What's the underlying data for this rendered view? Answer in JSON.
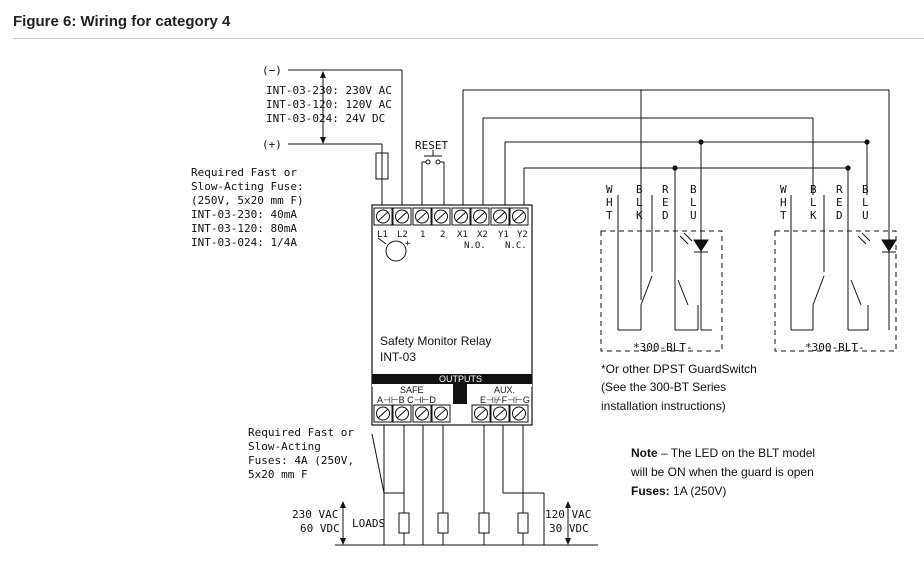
{
  "figure": {
    "title": "Figure 6: Wiring for category 4",
    "supply": {
      "minus": "(−)",
      "plus": "(+)",
      "lines": [
        "INT-03-230: 230V AC",
        "INT-03-120: 120V AC",
        "INT-03-024: 24V DC"
      ]
    },
    "fuse_note": {
      "lines": [
        "Required Fast or",
        "Slow-Acting Fuse:",
        "(250V, 5x20 mm F)",
        "INT-03-230: 40mA",
        "INT-03-120: 80mA",
        "INT-03-024: 1/4A"
      ]
    },
    "reset_label": "RESET",
    "relay": {
      "name_line1": "Safety Monitor Relay",
      "name_line2": "INT-03",
      "top_terminals": [
        "L1",
        "L2",
        "1",
        "2",
        "X1",
        "X2",
        "Y1",
        "Y2"
      ],
      "no_label": "N.O.",
      "nc_label": "N.C.",
      "plus_sign": "+",
      "outputs_label": "OUTPUTS",
      "safe_label": "SAFE",
      "aux_label": "AUX.",
      "safe_terms": "A⊣⊢B  C⊣⊢D",
      "aux_terms": "E⊣⊬F⊣⊢G"
    },
    "output_fuse_note": {
      "lines": [
        "Required Fast or",
        "Slow-Acting",
        "Fuses: 4A (250V,",
        "5x20 mm F"
      ]
    },
    "left_voltage": [
      "230 VAC",
      "60 VDC"
    ],
    "right_voltage": [
      "120 VAC",
      "30 VDC"
    ],
    "loads_label": "LOADS",
    "switch_columns": [
      "W",
      "B",
      "R",
      "B"
    ],
    "switch_rows": [
      [
        "W",
        "B",
        "R",
        "B"
      ],
      [
        "H",
        "L",
        "E",
        "L"
      ],
      [
        "T",
        "K",
        "D",
        "U"
      ]
    ],
    "switch_caption": "*300-BLT-",
    "switch_note": [
      "*Or other DPST GuardSwitch",
      "(See the 300-BT Series",
      "installation instructions)"
    ],
    "led_note": {
      "note_bold": "Note",
      "note_rest": " – The LED on the BLT model",
      "line2": "will be ON when the guard is open",
      "fuses_bold": "Fuses:",
      "fuses_rest": " 1A (250V)"
    }
  }
}
